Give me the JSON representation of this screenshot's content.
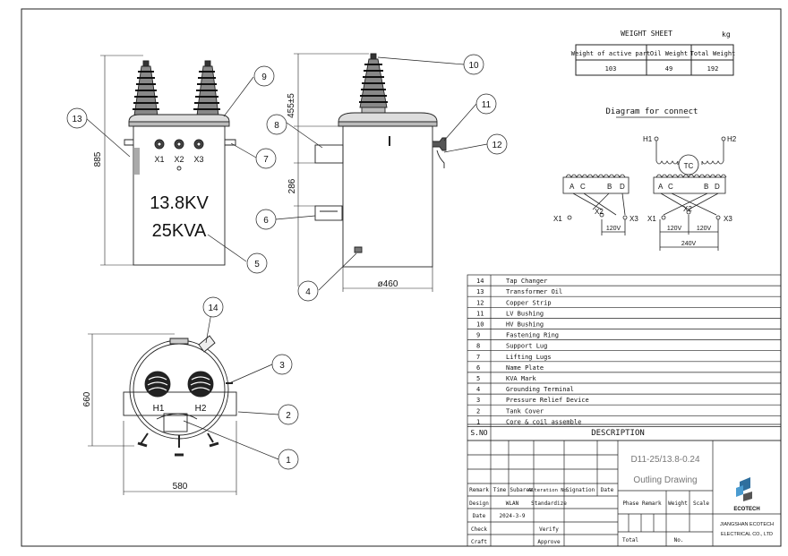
{
  "weight_sheet": {
    "title": "WEIGHT SHEET",
    "unit": "kg",
    "headers": [
      "Weight of active part",
      "Oil Weight",
      "Total Weight"
    ],
    "values": [
      "103",
      "49",
      "192"
    ]
  },
  "connect_diagram": {
    "title": "Diagram for connect",
    "left": {
      "coil_labels": [
        "A",
        "C",
        "B",
        "D"
      ],
      "x1": "X1",
      "x2": "X2",
      "x3": "X3",
      "voltage": "120V"
    },
    "right": {
      "h1": "H1",
      "h2": "H2",
      "tc": "TC",
      "coil_labels": [
        "A",
        "C",
        "B",
        "D"
      ],
      "x1": "X1",
      "x2": "X2",
      "x3": "X3",
      "v1": "120V",
      "v2": "120V",
      "v_total": "240V"
    }
  },
  "front_view": {
    "height_dim": "885",
    "terminals": [
      "X1",
      "X2",
      "X3"
    ],
    "kv_mark": "13.8KV",
    "kva_mark": "25KVA"
  },
  "side_view": {
    "dim_top": "455±5",
    "dim_mid": "286",
    "diameter": "ø460"
  },
  "top_view": {
    "h1": "H1",
    "h2": "H2",
    "dim_height": "660",
    "dim_width": "580"
  },
  "callouts": [
    "1",
    "2",
    "3",
    "4",
    "5",
    "6",
    "7",
    "8",
    "9",
    "10",
    "11",
    "12",
    "13",
    "14"
  ],
  "parts_list": [
    {
      "no": "14",
      "desc": "Tap Changer"
    },
    {
      "no": "13",
      "desc": "Transformer Oil"
    },
    {
      "no": "12",
      "desc": "Copper Strip"
    },
    {
      "no": "11",
      "desc": "LV Bushing"
    },
    {
      "no": "10",
      "desc": "HV Bushing"
    },
    {
      "no": "9",
      "desc": "Fastening Ring"
    },
    {
      "no": "8",
      "desc": "Support Lug"
    },
    {
      "no": "7",
      "desc": "Lifting Lugs"
    },
    {
      "no": "6",
      "desc": "Name Plate"
    },
    {
      "no": "5",
      "desc": "KVA Mark"
    },
    {
      "no": "4",
      "desc": "Grounding Terminal"
    },
    {
      "no": "3",
      "desc": "Pressure Relief Device"
    },
    {
      "no": "2",
      "desc": "Tank Cover"
    },
    {
      "no": "1",
      "desc": "Core & coil assemble"
    }
  ],
  "parts_header": {
    "no": "S.NO",
    "desc": "DESCRIPTION"
  },
  "title_block": {
    "model": "D11-25/13.8-0.24",
    "drawing_name": "Outling Drawing",
    "headers": [
      "Remark",
      "Time",
      "Subarea",
      "Alteration No.",
      "Signation",
      "Date"
    ],
    "rows": [
      {
        "label": "Design",
        "value": "WLAN",
        "label2": "Standardize"
      },
      {
        "label": "Date",
        "value": "2024-3-9",
        "label2": ""
      },
      {
        "label": "Check",
        "value": "",
        "label2": "Verify"
      },
      {
        "label": "Craft",
        "value": "",
        "label2": "Approve"
      }
    ],
    "phase_remark": "Phase Remark",
    "weight": "Weight",
    "scale": "Scale",
    "total": "Total",
    "no": "No.",
    "logo_text": "ECOTECH",
    "company_line1": "JIANGSHAN ECOTECH",
    "company_line2": "ELECTRICAL CO., LTD"
  }
}
